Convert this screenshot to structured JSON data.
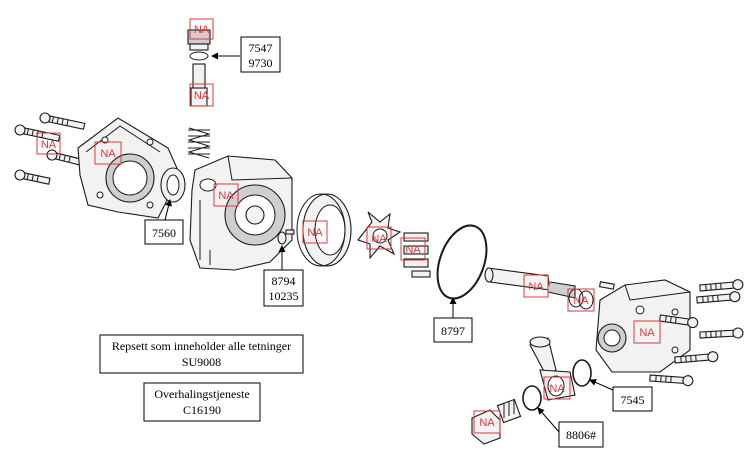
{
  "callouts": {
    "c7547": {
      "line1": "7547",
      "line2": "9730"
    },
    "c7560": {
      "line1": "7560"
    },
    "c8794": {
      "line1": "8794",
      "line2": "10235"
    },
    "c8797": {
      "line1": "8797"
    },
    "c7545": {
      "line1": "7545"
    },
    "c8806": {
      "line1": "8806#"
    }
  },
  "na_label": "NA",
  "notes": {
    "repair_kit": {
      "line1": "Repsett som inneholder alle tetninger",
      "line2": "SU9008"
    },
    "overhaul": {
      "line1": "Overhalingstjeneste",
      "line2": "C16190"
    }
  },
  "colors": {
    "na_marker": "#d9393b",
    "ink": "#1a1a1a"
  }
}
